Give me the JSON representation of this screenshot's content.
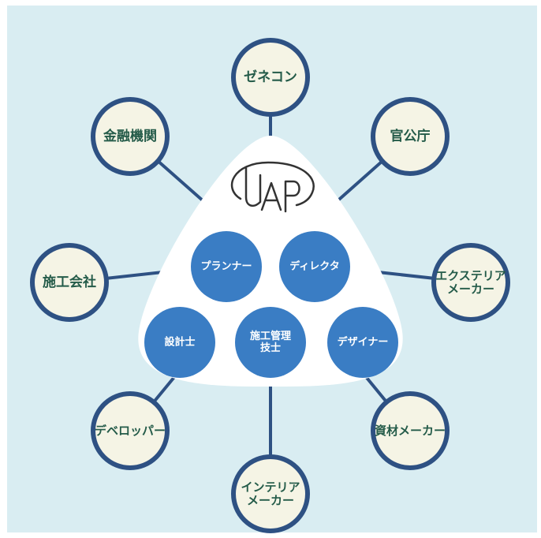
{
  "colors": {
    "background": "#d9edf2",
    "outer_ring": "#2e5183",
    "outer_fill": "#f5f4e5",
    "outer_text": "#245b49",
    "connector": "#2e5183",
    "center_fill": "#ffffff",
    "inner_fill": "#3a7dc4",
    "inner_text": "#ffffff",
    "logo_stroke": "#333333"
  },
  "logo": {
    "icon": "uap-logo-icon"
  },
  "outer_nodes": [
    {
      "id": "general-contractor",
      "lines": [
        "ゼネコン"
      ]
    },
    {
      "id": "government",
      "lines": [
        "官公庁"
      ]
    },
    {
      "id": "exterior-maker",
      "lines": [
        "エクステリア",
        "メーカー"
      ]
    },
    {
      "id": "materials-maker",
      "lines": [
        "資材メーカー"
      ]
    },
    {
      "id": "interior-maker",
      "lines": [
        "インテリア",
        "メーカー"
      ]
    },
    {
      "id": "developer",
      "lines": [
        "デベロッパー"
      ]
    },
    {
      "id": "construction-company",
      "lines": [
        "施工会社"
      ]
    },
    {
      "id": "financial-institution",
      "lines": [
        "金融機関"
      ]
    }
  ],
  "inner_nodes": [
    {
      "id": "planner",
      "lines": [
        "プランナー"
      ]
    },
    {
      "id": "director",
      "lines": [
        "ディレクタ"
      ]
    },
    {
      "id": "architect",
      "lines": [
        "設計士"
      ]
    },
    {
      "id": "construction-manager",
      "lines": [
        "施工管理",
        "技士"
      ]
    },
    {
      "id": "designer",
      "lines": [
        "デザイナー"
      ]
    }
  ]
}
